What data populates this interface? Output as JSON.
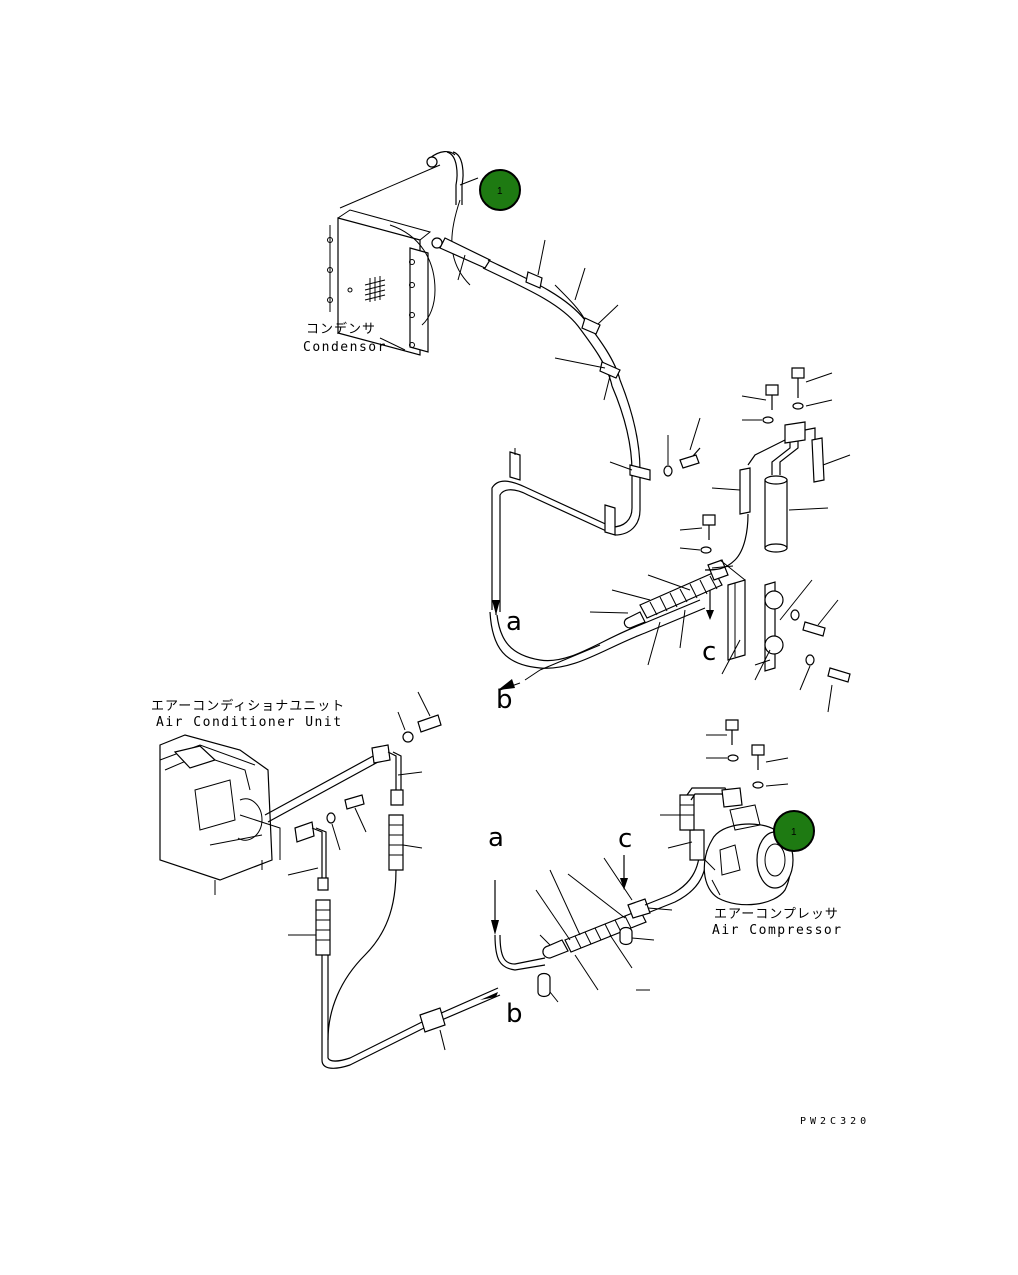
{
  "labels": {
    "condenser_jp": "コンデンサ",
    "condenser_en": "Condensor",
    "ac_unit_jp": "エアーコンディショナユニット",
    "ac_unit_en": "Air Conditioner Unit",
    "compressor_jp": "エアーコンプレッサ",
    "compressor_en": "Air Compressor"
  },
  "references": {
    "a_top": "a",
    "b_top": "b",
    "c_top": "c",
    "a_bottom": "a",
    "b_bottom": "b",
    "c_bottom": "c"
  },
  "callouts": [
    {
      "number": "1",
      "color": "#1e7a12"
    },
    {
      "number": "1",
      "color": "#1e7a12"
    }
  ],
  "drawing_code": "PW2C320"
}
